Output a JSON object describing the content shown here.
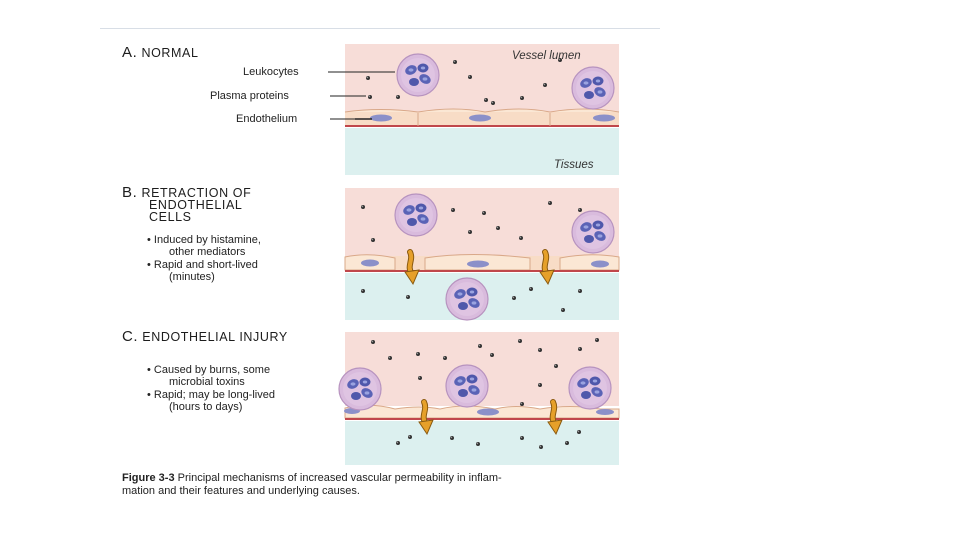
{
  "panelA": {
    "title_letter": "A.",
    "title": "NORMAL",
    "labels": [
      "Leukocytes",
      "Plasma proteins",
      "Endothelium"
    ],
    "lumen": "Vessel lumen",
    "tissue": "Tissues"
  },
  "panelB": {
    "title_letter": "B.",
    "title_lines": [
      "RETRACTION OF",
      "ENDOTHELIAL",
      "CELLS"
    ],
    "bullets": [
      [
        "• Induced by histamine,",
        "   other mediators"
      ],
      [
        "• Rapid and short-lived",
        "   (minutes)"
      ]
    ]
  },
  "panelC": {
    "title_letter": "C.",
    "title": "ENDOTHELIAL INJURY",
    "bullets": [
      [
        "• Caused by burns, some",
        "   microbial toxins"
      ],
      [
        "• Rapid; may be long-lived",
        "   (hours to days)"
      ]
    ]
  },
  "caption": {
    "figure": "Figure 3-3",
    "line1": "Principal mechanisms of increased vascular permeability in inflam-",
    "line2": "mation and their features and underlying causes."
  },
  "colors": {
    "lumen": "#f7ddd8",
    "tissue": "#dcf0ef",
    "endothelium": "#f8dcc6",
    "leukocyte": "#d5b5da",
    "nucleus": "#5a63b6",
    "arrow": "#e6a02a"
  }
}
